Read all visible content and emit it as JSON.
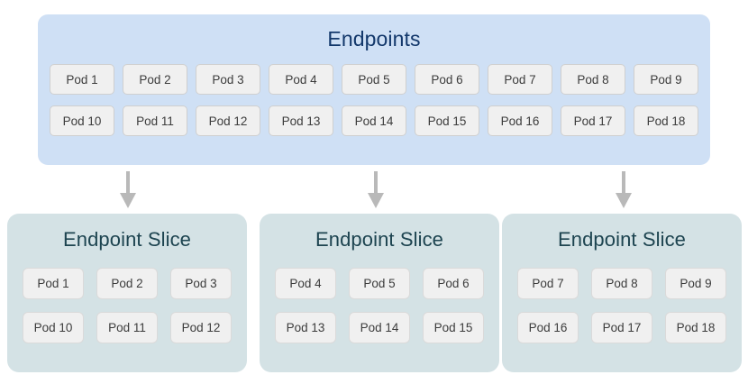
{
  "diagram": {
    "arrow_color": "#b9b9b9",
    "endpoints": {
      "title": "Endpoints",
      "fill_color": "#cfe0f5",
      "title_color": "#13386b",
      "rows": [
        [
          "Pod 1",
          "Pod 2",
          "Pod 3",
          "Pod 4",
          "Pod 5",
          "Pod 6",
          "Pod 7",
          "Pod 8",
          "Pod 9"
        ],
        [
          "Pod 10",
          "Pod 11",
          "Pod 12",
          "Pod 13",
          "Pod 14",
          "Pod 15",
          "Pod 16",
          "Pod 17",
          "Pod 18"
        ]
      ]
    },
    "slices": [
      {
        "title": "Endpoint Slice",
        "fill_color": "#d4e2e5",
        "title_color": "#1d4450",
        "rows": [
          [
            "Pod 1",
            "Pod 2",
            "Pod 3"
          ],
          [
            "Pod 10",
            "Pod 11",
            "Pod 12"
          ]
        ]
      },
      {
        "title": "Endpoint Slice",
        "fill_color": "#d4e2e5",
        "title_color": "#1d4450",
        "rows": [
          [
            "Pod 4",
            "Pod 5",
            "Pod 6"
          ],
          [
            "Pod 13",
            "Pod 14",
            "Pod 15"
          ]
        ]
      },
      {
        "title": "Endpoint Slice",
        "fill_color": "#d4e2e5",
        "title_color": "#1d4450",
        "rows": [
          [
            "Pod 7",
            "Pod 8",
            "Pod 9"
          ],
          [
            "Pod 16",
            "Pod 17",
            "Pod 18"
          ]
        ]
      }
    ]
  }
}
